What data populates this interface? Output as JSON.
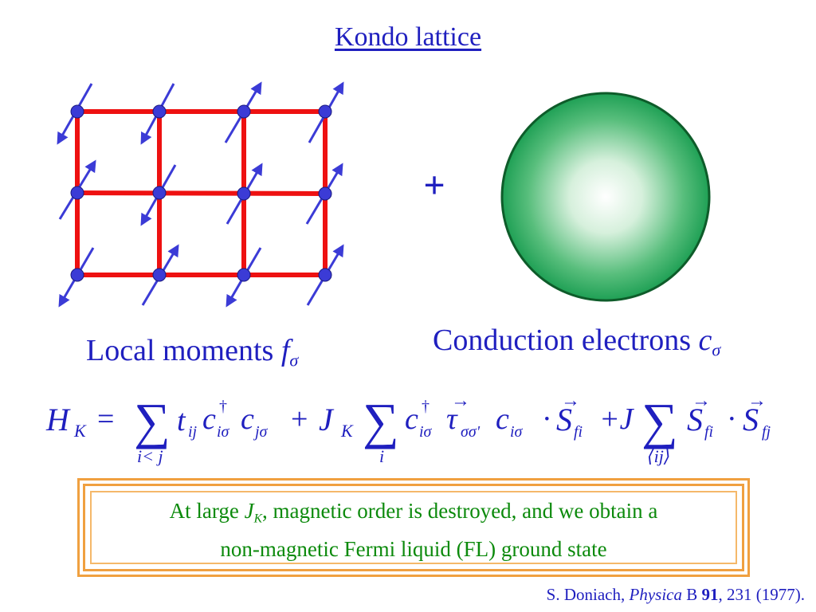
{
  "title": "Kondo lattice",
  "plus_sign": "+",
  "local_moments": {
    "label": "Local moments",
    "symbol": "f",
    "subscript": "σ"
  },
  "conduction": {
    "label": "Conduction electrons",
    "symbol": "c",
    "subscript": "σ"
  },
  "equation": {
    "lhs": "H",
    "lhs_sub": "K",
    "equals": "=",
    "sum1_index": "i< j",
    "hop_t": "t",
    "hop_t_sub": "ij",
    "c": "c",
    "dagger": "†",
    "isigma": "iσ",
    "jsigma": "jσ",
    "plus": "+",
    "J": "J",
    "J_sub": "K",
    "sum2_index": "i",
    "tau": "τ",
    "tau_sub": "σσ'",
    "dot": "·",
    "S": "S",
    "fi": "fi",
    "fj": "fj",
    "plusJ": "+J",
    "sum3_index": "⟨ij⟩"
  },
  "note": {
    "line1_prefix": "At large",
    "J": "J",
    "J_sub": "K",
    "line1_suffix": ", magnetic order is destroyed, and we obtain a",
    "line2": "non-magnetic Fermi liquid (FL) ground state"
  },
  "citation": {
    "author": "S. Doniach,",
    "journal": "Physica",
    "series": "B",
    "volume": "91",
    "rest": ", 231 (1977)."
  },
  "colors": {
    "text_blue": "#1f1fbf",
    "lattice_red": "#ee1111",
    "site_blue": "#3b3bd6",
    "note_green": "#0c8a0c",
    "box_orange": "#f0a040",
    "sphere_green": "#1fa055"
  }
}
